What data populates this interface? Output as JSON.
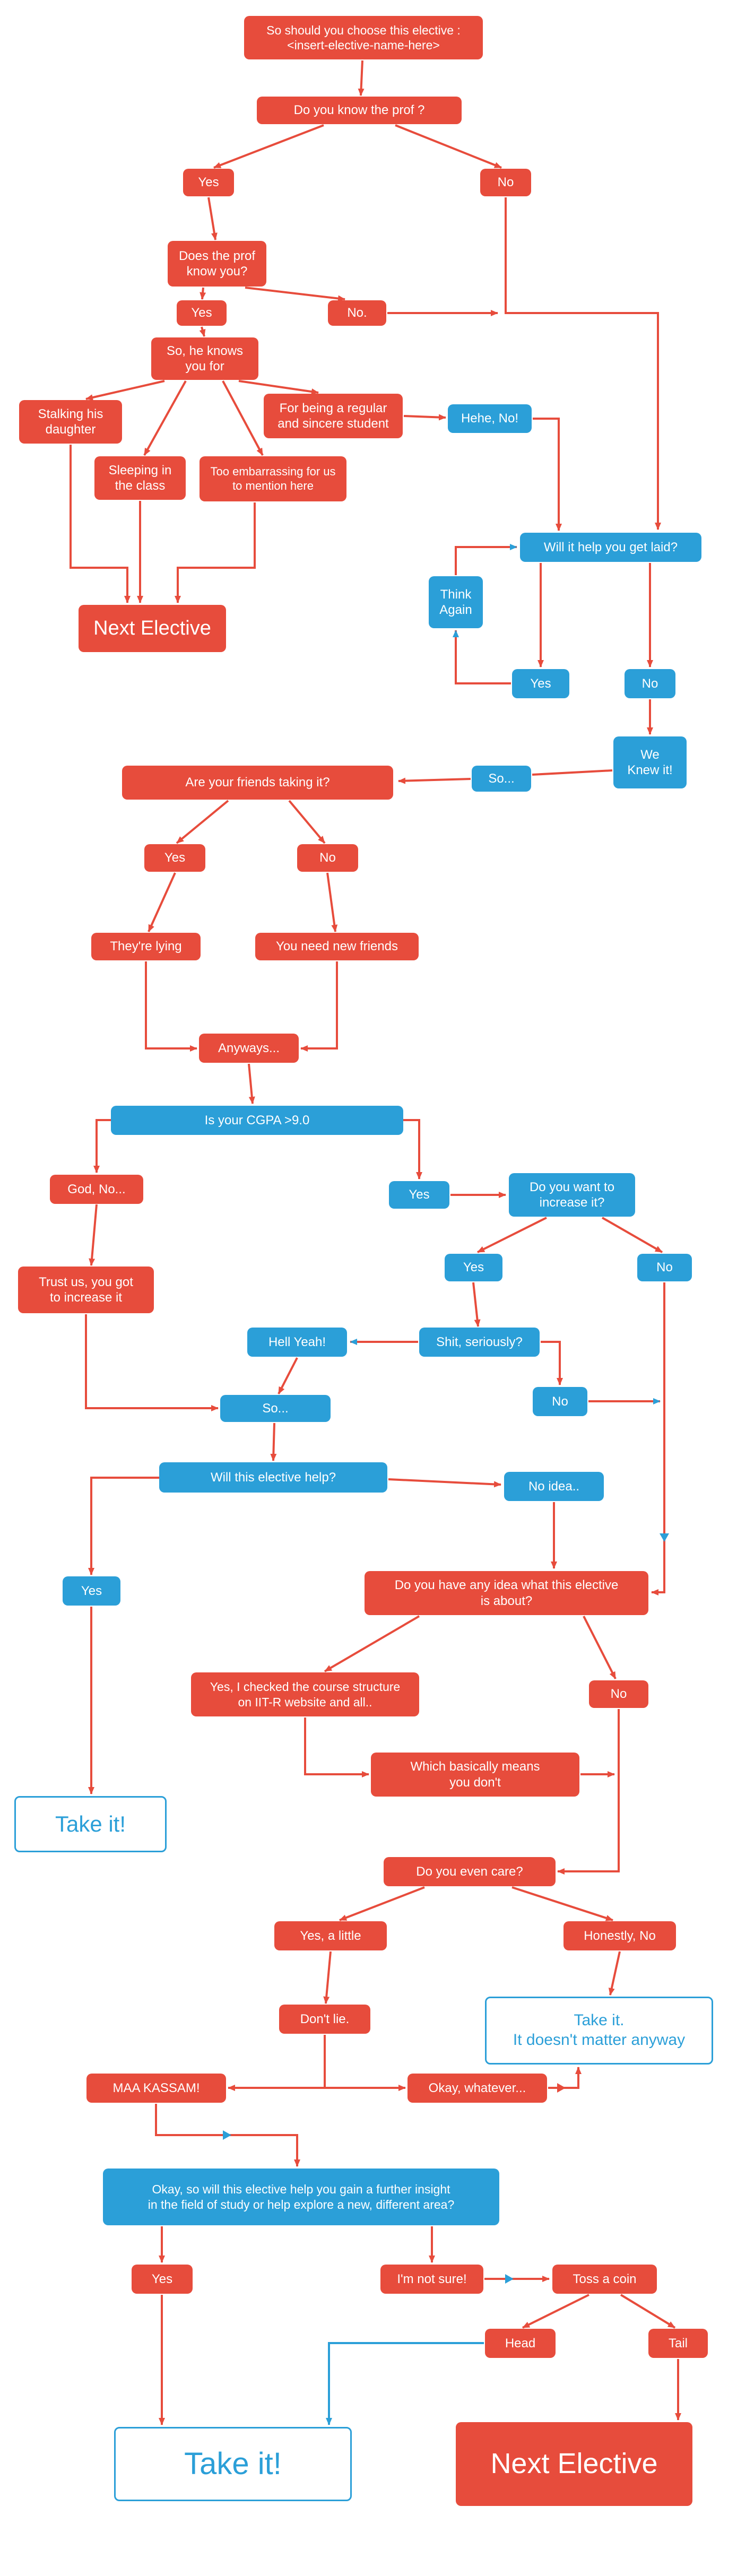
{
  "colors": {
    "box_red": "#e74c3c",
    "box_blue": "#2b9fd8",
    "outline_blue": "#2b9fd8",
    "line_red": "#e74c3c",
    "background": "#ffffff",
    "text_on_box": "#ffffff"
  },
  "nodes": {
    "title": {
      "label": "So should you choose this elective :\n<insert-elective-name-here>"
    },
    "know_prof": {
      "label": "Do you know the prof ?"
    },
    "know_prof_yes": {
      "label": "Yes"
    },
    "know_prof_no": {
      "label": "No"
    },
    "prof_know_you": {
      "label": "Does the prof\nknow you?"
    },
    "prof_know_you_yes": {
      "label": "Yes"
    },
    "prof_know_you_no": {
      "label": "No."
    },
    "knows_you_for": {
      "label": "So, he knows\nyou for"
    },
    "stalking": {
      "label": "Stalking his\ndaughter"
    },
    "regular_student": {
      "label": "For being a regular\nand sincere student"
    },
    "hehe_no": {
      "label": "Hehe, No!"
    },
    "sleeping": {
      "label": "Sleeping in\nthe class"
    },
    "too_embarrassing": {
      "label": "Too embarrassing for us\nto mention here"
    },
    "get_laid": {
      "label": "Will it help you get laid?"
    },
    "think_again": {
      "label": "Think\nAgain"
    },
    "next_elective_mid": {
      "label": "Next Elective"
    },
    "get_laid_yes": {
      "label": "Yes"
    },
    "get_laid_no": {
      "label": "No"
    },
    "we_knew_it": {
      "label": "We\nKnew it!"
    },
    "so_label": {
      "label": "So..."
    },
    "friends_taking": {
      "label": "Are your friends taking it?"
    },
    "friends_yes": {
      "label": "Yes"
    },
    "friends_no": {
      "label": "No"
    },
    "theyre_lying": {
      "label": "They're lying"
    },
    "new_friends": {
      "label": "You need new friends"
    },
    "anyways": {
      "label": "Anyways..."
    },
    "cgpa": {
      "label": "Is your CGPA >9.0"
    },
    "god_no": {
      "label": "God, No..."
    },
    "cgpa_yes": {
      "label": "Yes"
    },
    "want_increase": {
      "label": "Do you want to\nincrease it?"
    },
    "trust_us": {
      "label": "Trust us, you got\nto increase it"
    },
    "increase_yes": {
      "label": "Yes"
    },
    "increase_no": {
      "label": "No"
    },
    "hell_yeah": {
      "label": "Hell Yeah!"
    },
    "shit_seriously": {
      "label": "Shit, seriously?"
    },
    "seriously_no": {
      "label": "No"
    },
    "so2": {
      "label": "So..."
    },
    "elective_help": {
      "label": "Will this elective help?"
    },
    "no_idea": {
      "label": "No idea.."
    },
    "help_yes": {
      "label": "Yes"
    },
    "any_idea": {
      "label": "Do you have any idea what this elective\nis about?"
    },
    "checked_structure": {
      "label": "Yes, I checked the course structure\non IIT-R website and all.."
    },
    "any_idea_no": {
      "label": "No"
    },
    "means_dont": {
      "label": "Which basically means\nyou don't"
    },
    "take_it_1": {
      "label": "Take it!"
    },
    "even_care": {
      "label": "Do you even care?"
    },
    "care_little": {
      "label": "Yes, a little"
    },
    "care_no": {
      "label": "Honestly, No"
    },
    "dont_lie": {
      "label": "Don't lie."
    },
    "take_it_2": {
      "label": "Take it.\nIt doesn't matter anyway"
    },
    "maa_kassam": {
      "label": "MAA KASSAM!"
    },
    "okay_whatever": {
      "label": "Okay, whatever..."
    },
    "insight": {
      "label": "Okay, so will this elective help you gain a further insight\nin the field of study or help explore a new, different area?"
    },
    "insight_yes": {
      "label": "Yes"
    },
    "not_sure": {
      "label": "I'm not sure!"
    },
    "toss_coin": {
      "label": "Toss a coin"
    },
    "head": {
      "label": "Head"
    },
    "tail": {
      "label": "Tail"
    },
    "take_it_final": {
      "label": "Take it!"
    },
    "next_elective_final": {
      "label": "Next Elective"
    }
  }
}
